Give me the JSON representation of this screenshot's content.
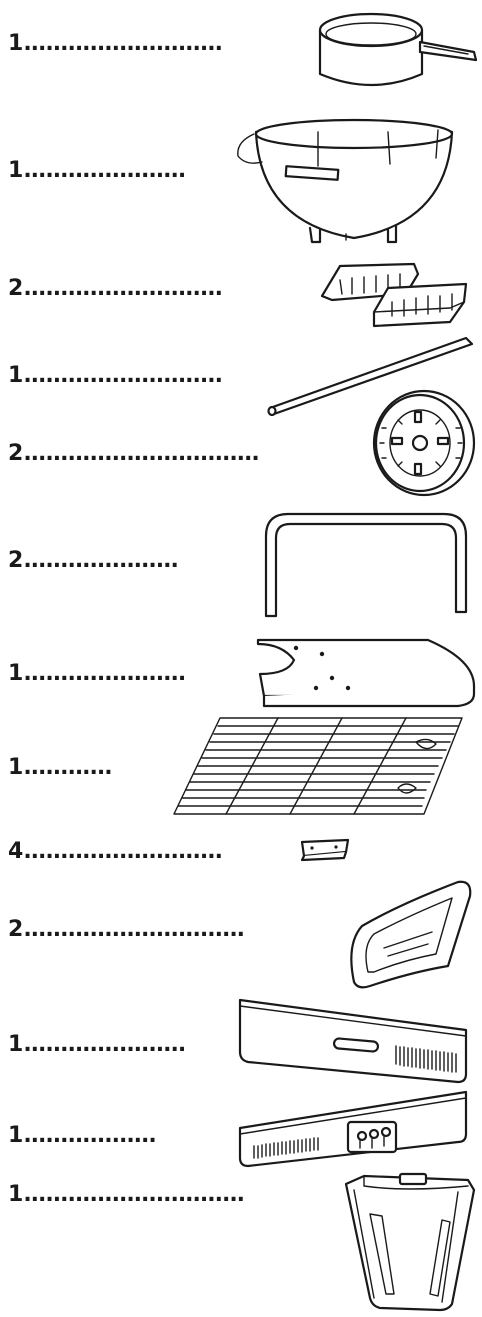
{
  "parts": [
    {
      "qty": "1",
      "dots": "...........................",
      "icon": "charcoal-chimney-icon"
    },
    {
      "qty": "1",
      "dots": "......................",
      "icon": "kettle-bowl-icon"
    },
    {
      "qty": "2",
      "dots": "...........................",
      "icon": "charcoal-baskets-icon"
    },
    {
      "qty": "1",
      "dots": "...........................",
      "icon": "rod-icon"
    },
    {
      "qty": "2",
      "dots": "................................",
      "icon": "wheel-icon"
    },
    {
      "qty": "2",
      "dots": ".....................",
      "icon": "leg-frame-icon"
    },
    {
      "qty": "1",
      "dots": "......................",
      "icon": "side-table-icon"
    },
    {
      "qty": "1",
      "dots": "............",
      "icon": "cooking-grate-icon"
    },
    {
      "qty": "4",
      "dots": "...........................",
      "icon": "clip-icon"
    },
    {
      "qty": "2",
      "dots": "..............................",
      "icon": "handle-icon"
    },
    {
      "qty": "1",
      "dots": "......................",
      "icon": "front-panel-icon"
    },
    {
      "qty": "1",
      "dots": "..................",
      "icon": "back-panel-icon"
    },
    {
      "qty": "1",
      "dots": "..............................",
      "icon": "ash-bin-icon"
    }
  ]
}
